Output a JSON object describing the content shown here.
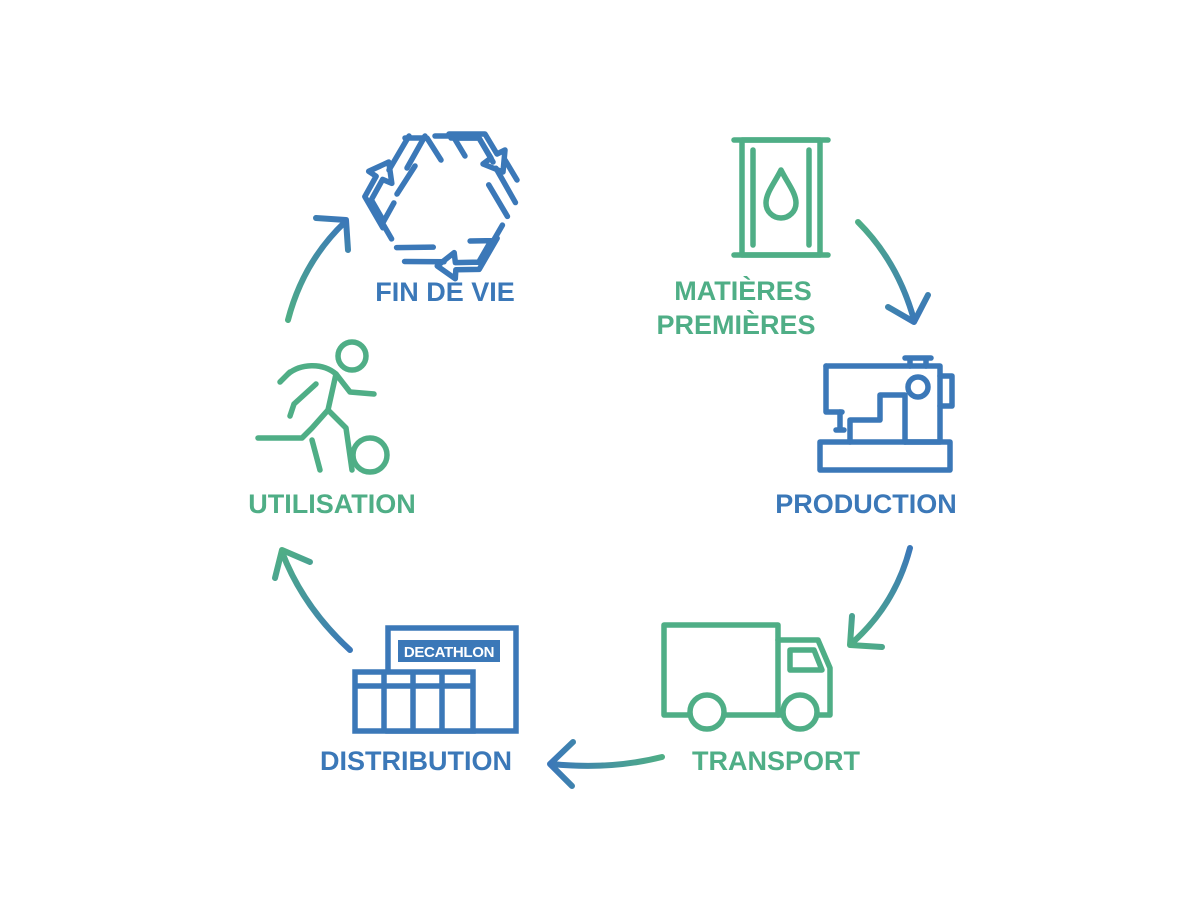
{
  "colors": {
    "blue": "#3b78b8",
    "green": "#4fae86",
    "background": "#ffffff"
  },
  "stages": {
    "fin_de_vie": {
      "label": "FIN DE VIE",
      "icon": "recycle-icon",
      "color": "blue"
    },
    "matieres": {
      "line1": "MATIÈRES",
      "line2": "PREMIÈRES",
      "icon": "oil-barrel-icon",
      "color": "green"
    },
    "production": {
      "label": "PRODUCTION",
      "icon": "sewing-machine-icon",
      "color": "blue"
    },
    "transport": {
      "label": "TRANSPORT",
      "icon": "truck-icon",
      "color": "green"
    },
    "distribution": {
      "label": "DISTRIBUTION",
      "icon": "store-icon",
      "color": "blue",
      "store_sign": "DECATHLON"
    },
    "utilisation": {
      "label": "UTILISATION",
      "icon": "football-player-icon",
      "color": "green"
    }
  },
  "flow": [
    "matieres",
    "production",
    "transport",
    "distribution",
    "utilisation",
    "fin_de_vie"
  ]
}
